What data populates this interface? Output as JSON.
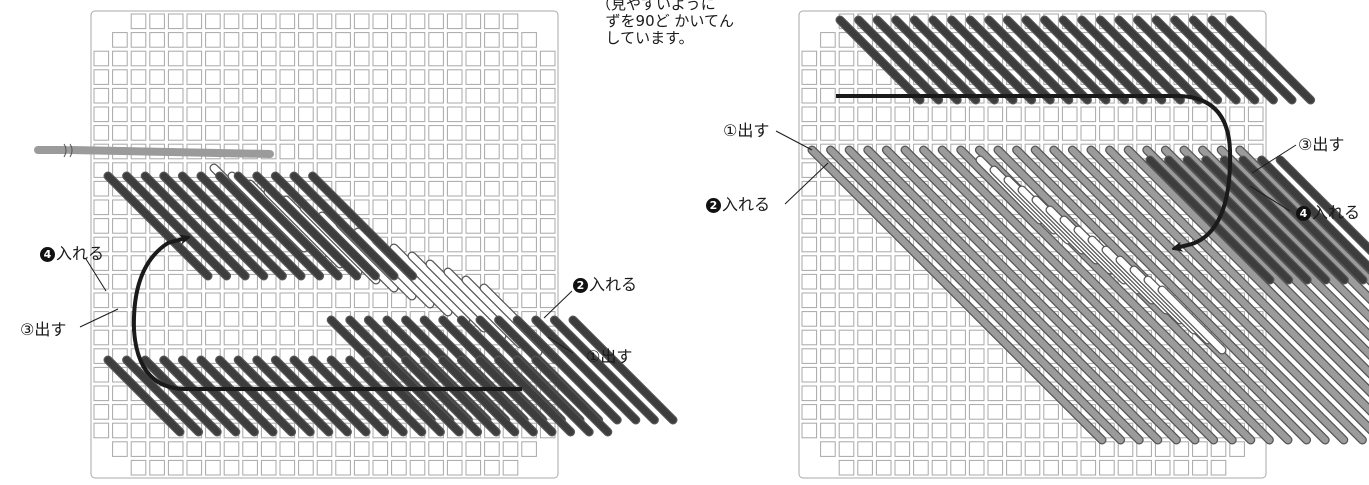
{
  "note": {
    "lines": [
      "（見やすいように",
      "ずを90ど かいてん",
      "しています。"
    ]
  },
  "left_panel": {
    "labels": {
      "insert_4": {
        "marker": "4",
        "text": "入れる"
      },
      "out_3": "③出す",
      "insert_2": {
        "marker": "2",
        "text": "入れる"
      },
      "out_1": "①出す"
    }
  },
  "right_panel": {
    "labels": {
      "out_1": "①出す",
      "insert_2": {
        "marker": "2",
        "text": "入れる"
      },
      "out_3": "③出す",
      "insert_4": {
        "marker": "4",
        "text": "入れる"
      }
    }
  },
  "colors": {
    "grid": "#a8a8a8",
    "stitch_gray": "#9b9b9b",
    "stitch_dark": "#3d3d3d",
    "stitch_white": "#ffffff",
    "arrow": "#1a1a1a"
  }
}
